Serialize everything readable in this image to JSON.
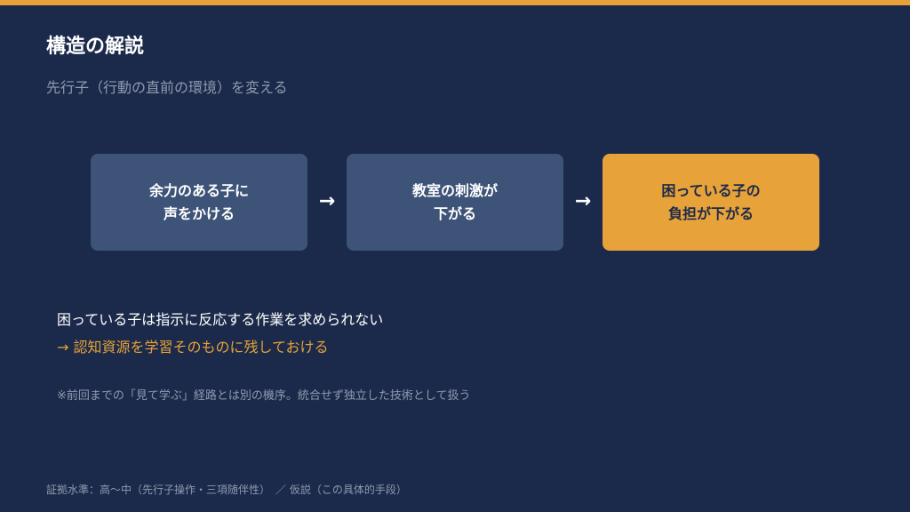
{
  "slide": {
    "title": "構造の解説",
    "subtitle": "先行子（行動の直前の環境）を変える"
  },
  "flow": {
    "steps": [
      {
        "line1": "余力のある子に",
        "line2": "声をかける",
        "highlight": false
      },
      {
        "line1": "教室の刺激が",
        "line2": "下がる",
        "highlight": false
      },
      {
        "line1": "困っている子の",
        "line2": "負担が下がる",
        "highlight": true
      }
    ],
    "arrow": "→"
  },
  "points": {
    "main": "困っている子は指示に反応する作業を求められない",
    "accent": "→ 認知資源を学習そのものに残しておける"
  },
  "note": "※前回までの「見て学ぶ」経路とは別の機序。統合せず独立した技術として扱う",
  "footer": "証拠水準：高〜中（先行子操作・三項随伴性）　／ 仮説（この具体的手段）",
  "colors": {
    "background": "#1b2a4a",
    "accent": "#e8a23a",
    "box": "#3d5378",
    "muted_text": "#8f9ab0"
  }
}
